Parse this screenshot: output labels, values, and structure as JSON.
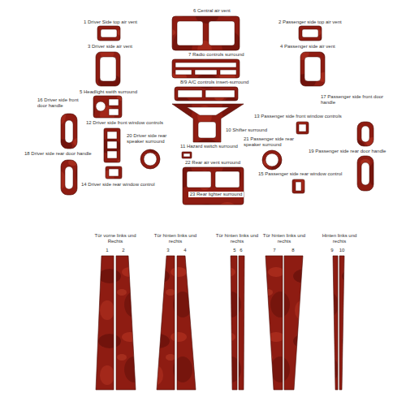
{
  "diagram": {
    "labels": [
      "1 Driver Side top air vent",
      "6 Central air vent",
      "2 Passenger side top air vent",
      "3 Driver side air vent",
      "4 Passenger side air vent",
      "7 Radio controls surround",
      "8/9 A/C controls insert-surround",
      "5 Headlight swith surround",
      "16 Driver side front door handle",
      "17 Passenger side front door handle",
      "13 Passenger side front window controls",
      "12 Driver side front window controls",
      "10 Shifter surround",
      "20 Driver side rear speaker surround",
      "21 Passenger side rear speaker surround",
      "11 Hazard switch surround",
      "19 Passenger side rear door handle",
      "18 Driver side rear door handle",
      "22 Rear air vent surround",
      "15 Passenger side rear window control",
      "14 Driver side rear window control",
      "23 Rear lighter surround",
      "Tür vorne links und Rechts",
      "1",
      "2",
      "Tür hinten links und rechts",
      "3",
      "4",
      "Tür hinten links und rechts",
      "5",
      "6",
      "Tür hinten links und rechts",
      "7",
      "8",
      "Hinten links und rechts",
      "9",
      "10"
    ]
  }
}
